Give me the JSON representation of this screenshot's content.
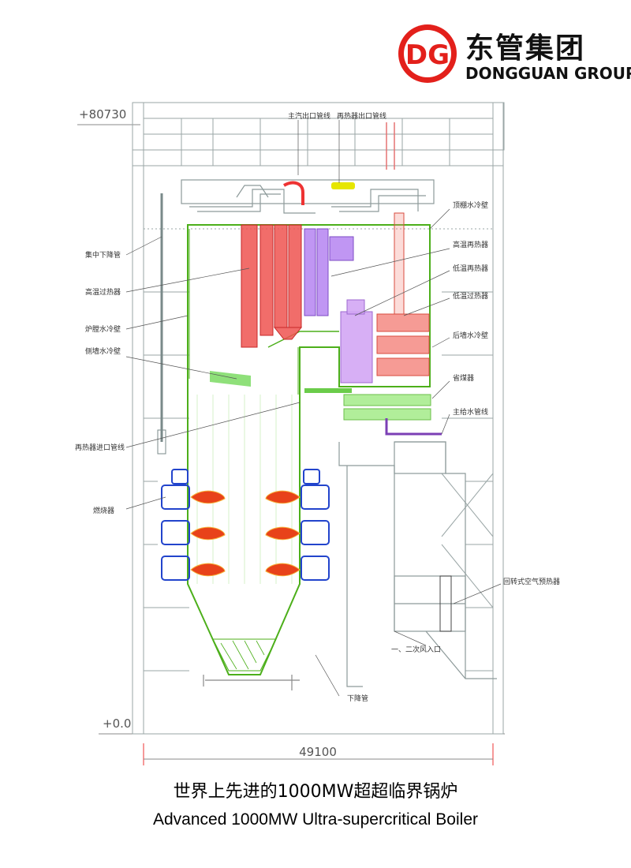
{
  "brand": {
    "logo_letters": "DG",
    "name_zh": "东管集团",
    "name_en": "DONGGUAN GROUP",
    "color_red": "#e3201b"
  },
  "elevations": {
    "top": "+80730",
    "bottom": "+0.0"
  },
  "width_dimension": "49100",
  "labels": {
    "main_steam_outlet": "主汽出口管线",
    "reheater_outlet": "再热器出口管线",
    "roof_wall": "顶棚水冷壁",
    "downcomer_central": "集中下降管",
    "high_temp_reheater": "高温再热器",
    "low_temp_reheater": "低温再热器",
    "high_temp_superheater": "高温过热器",
    "low_temp_superheater": "低温过热器",
    "furnace_wall": "炉膛水冷壁",
    "rear_wall": "后墙水冷壁",
    "side_wall": "侧墙水冷壁",
    "economizer": "省煤器",
    "feedwater": "主给水管线",
    "reheater_inlet": "再热器进口管线",
    "burner": "燃烧器",
    "air_preheater": "回转式空气预热器",
    "air_inlet": "一、二次风入口",
    "downcomer": "下降管"
  },
  "caption": {
    "zh": "世界上先进的1000MW超超临界锅炉",
    "en": "Advanced 1000MW Ultra-supercritical Boiler"
  },
  "colors": {
    "structure": "#9aa6a6",
    "furnace": "#4caf1a",
    "superheater": "#ef5350",
    "reheater": "#b07cf0",
    "economizer": "#8fe07a",
    "burner": "#2244cc",
    "flame": "#e8421a",
    "yellow": "#e6e600"
  }
}
